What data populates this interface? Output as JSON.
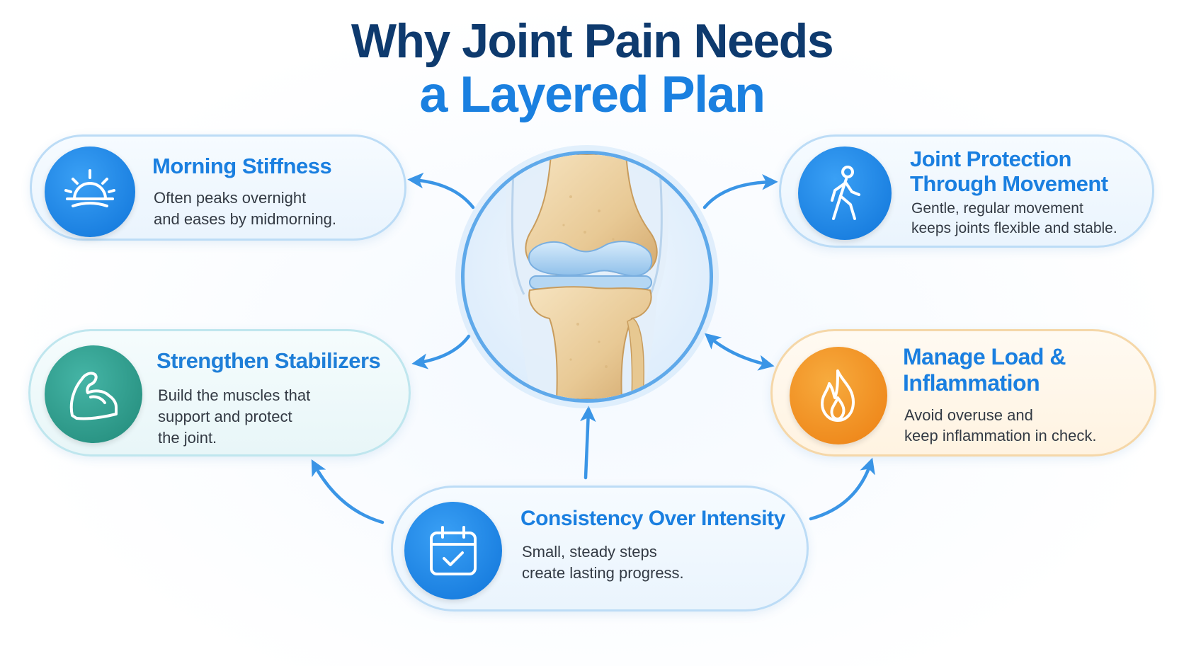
{
  "title": {
    "line1": "Why Joint Pain Needs",
    "line2": "a Layered Plan"
  },
  "cards": {
    "morning": {
      "title": "Morning Stiffness",
      "desc_line1": "Often peaks overnight",
      "desc_line2": "and eases by midmorning.",
      "icon": "sunrise-icon",
      "color": "#1a7fe0"
    },
    "movement": {
      "title_line1": "Joint Protection",
      "title_line2": "Through Movement",
      "desc_line1": "Gentle, regular movement",
      "desc_line2": "keeps joints flexible and stable.",
      "icon": "walking-person-icon",
      "color": "#1a7fe0"
    },
    "strengthen": {
      "title": "Strengthen Stabilizers",
      "desc_line1": "Build the muscles that",
      "desc_line2": "support and protect",
      "desc_line3": "the joint.",
      "icon": "flexed-arm-icon",
      "color": "#2a9484"
    },
    "load": {
      "title_line1": "Manage Load &",
      "title_line2": "Inflammation",
      "desc_line1": "Avoid overuse and",
      "desc_line2": "keep inflammation in check.",
      "icon": "flame-icon",
      "color": "#ef8a1d"
    },
    "consistency": {
      "title": "Consistency Over Intensity",
      "desc_line1": "Small, steady steps",
      "desc_line2": "create lasting progress.",
      "icon": "calendar-check-icon",
      "color": "#1a7fe0"
    }
  },
  "center": {
    "icon": "knee-joint-illustration"
  },
  "colors": {
    "navy": "#0e3a6e",
    "accent_blue": "#1a80e0",
    "arrow": "#3a95e6"
  }
}
